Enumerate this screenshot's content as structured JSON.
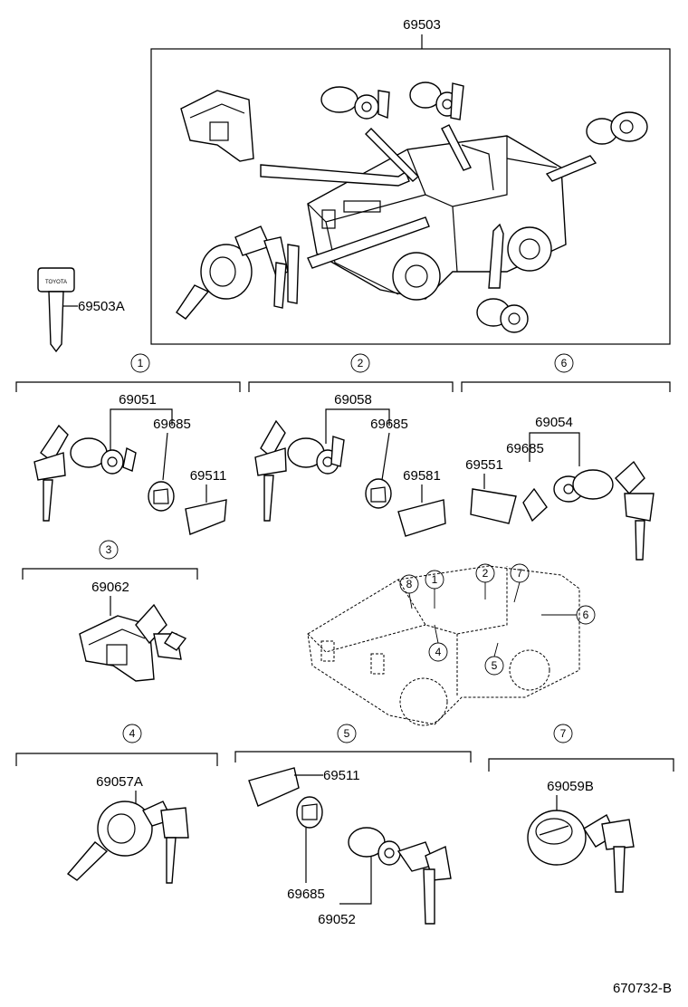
{
  "parts": {
    "main_set": "69503",
    "key_blank": "69503A",
    "sec1_cyl": "69051",
    "sec1_pad": "69685",
    "sec1_clip": "69511",
    "sec2_cyl": "69058",
    "sec2_pad": "69685",
    "sec2_clip": "69581",
    "sec6_cyl": "69054",
    "sec6_pad": "69685",
    "sec6_clip": "69551",
    "sec3_cyl": "69062",
    "sec4_cyl": "69057A",
    "sec5_clip": "69511",
    "sec5_pad": "69685",
    "sec5_cyl": "69052",
    "sec7_cyl": "69059B"
  },
  "callouts": {
    "c1": "1",
    "c2": "2",
    "c3": "3",
    "c4": "4",
    "c5": "5",
    "c6": "6",
    "c7": "7",
    "c8": "8"
  },
  "key_stamp": "TOYOTA",
  "diagram_code": "670732-B"
}
